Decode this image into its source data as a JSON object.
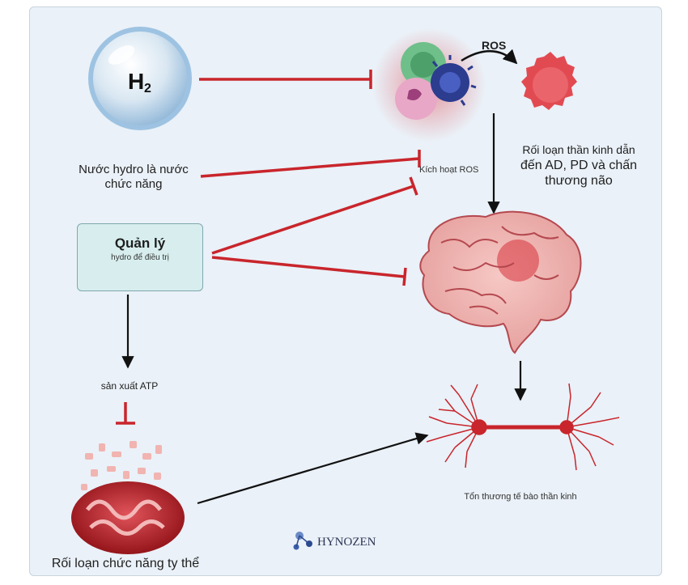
{
  "h2_label": "H",
  "h2_subscript": "2",
  "ros_label": "ROS",
  "kich_hoat": "Kích hoạt ROS",
  "nuoc_hydro": [
    "Nước hydro là nước",
    "chức năng"
  ],
  "roi_loan_than_kinh": [
    "Rối loạn thần kinh dẫn",
    "đến AD, PD và chấn",
    "thương não"
  ],
  "quan_ly_title": "Quản lý",
  "quan_ly_sub": "hydro để điều trị",
  "san_xuat_atp": "sản xuất ATP",
  "ton_thuong": "Tổn thương tế bào thần kinh",
  "roi_loan_ty_the": "Rối loạn chức năng ty thể",
  "logo_text": "HYNOZEN",
  "colors": {
    "inhibit": "#c9252c",
    "arrow": "#111111",
    "panel": "#eaf1f8",
    "box": "#d8eeee"
  }
}
